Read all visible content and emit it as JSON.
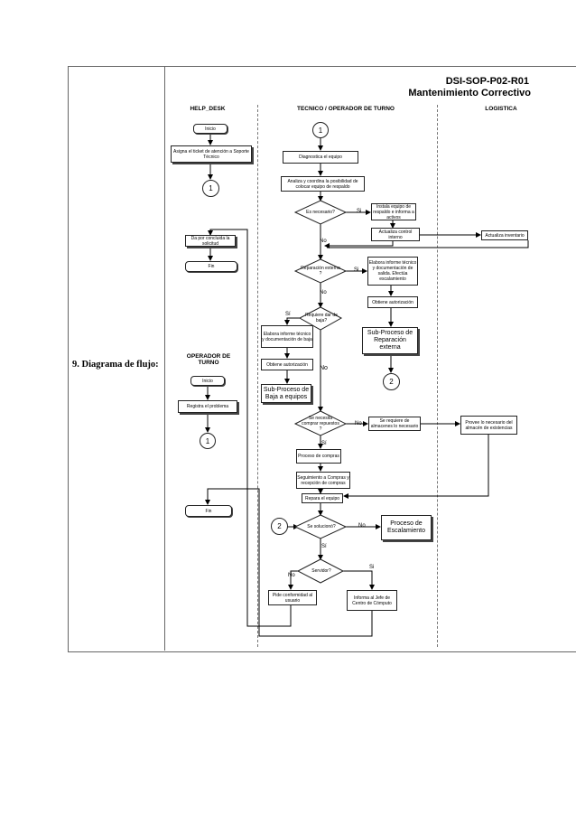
{
  "document": {
    "code": "DSI-SOP-P02-R01",
    "title": "Mantenimiento Correctivo",
    "row_label": "9.   Diagrama de flujo:"
  },
  "lanes": {
    "help_desk": "HELP_DESK",
    "tecnico": "TECNICO / OPERADOR DE TURNO",
    "logistica": "LOGISTICA",
    "operador": "OPERADOR DE TURNO"
  },
  "nodes": {
    "hd_inicio": "Inicio",
    "hd_asigna": "Asigna el ticket de atención a Soporte Técnico",
    "hd_conn1": "1",
    "hd_da_por_concluida": "Da por concluida la solicitud",
    "hd_fin": "Fin",
    "op_inicio": "Inicio",
    "op_registra": "Registra el problema",
    "op_conn1": "1",
    "op_fin": "Fin",
    "t_conn1": "1",
    "t_diagnostica": "Diagnostica el equipo",
    "t_analiza": "Analiza y coordina la posibilidad de colocar equipo de respaldo",
    "t_es_necesario": "Es necesario?",
    "t_instala": "Instala equipo de respaldo e informa a activos",
    "t_actualiza_control": "Actualiza control interno",
    "t_reparacion_externa": "Reparación externa ?",
    "t_elabora_informe_tecnico": "Elabora informe técnico y documentación de salida. Efectúa escalamiento",
    "t_obtiene_aut_1": "Obtiene autorización",
    "t_subproceso_reparacion": "Sub-Proceso de Reparación externa",
    "t_conn2_right": "2",
    "t_requiere_dar_baja": "Requiere dar de baja?",
    "t_elabora_informe_baja": "Elabora informe técnico y documentación de baja",
    "t_obtiene_aut_2": "Obtiene autorización",
    "t_subproceso_baja": "Sub-Proceso de Baja a equipos",
    "t_se_necesita_comprar": "Se necesita comprar repuestos ?",
    "t_se_requiere_almacenes": "Se requiere de almacenes lo necesario",
    "t_proceso_compras": "Proceso de compras",
    "t_seguimiento": "Seguimiento a Compras y recepción de compras",
    "t_repara": "Repara el equipo",
    "t_conn2_left": "2",
    "t_se_soluciono": "Se solucionó?",
    "t_proceso_escalamiento": "Proceso de Escalamiento",
    "t_servidor": "Servidor?",
    "t_pide_conformidad": "Pide conformidad al usuario",
    "t_informa_jefe": "Informa al Jefe de Centro de Cómputo",
    "l_actualiza_inventario": "Actualiza inventario",
    "l_provee": "Provee lo necesario del almacén de existencias"
  },
  "labels": {
    "si": "Si",
    "no": "No",
    "si_accent": "Sí"
  }
}
